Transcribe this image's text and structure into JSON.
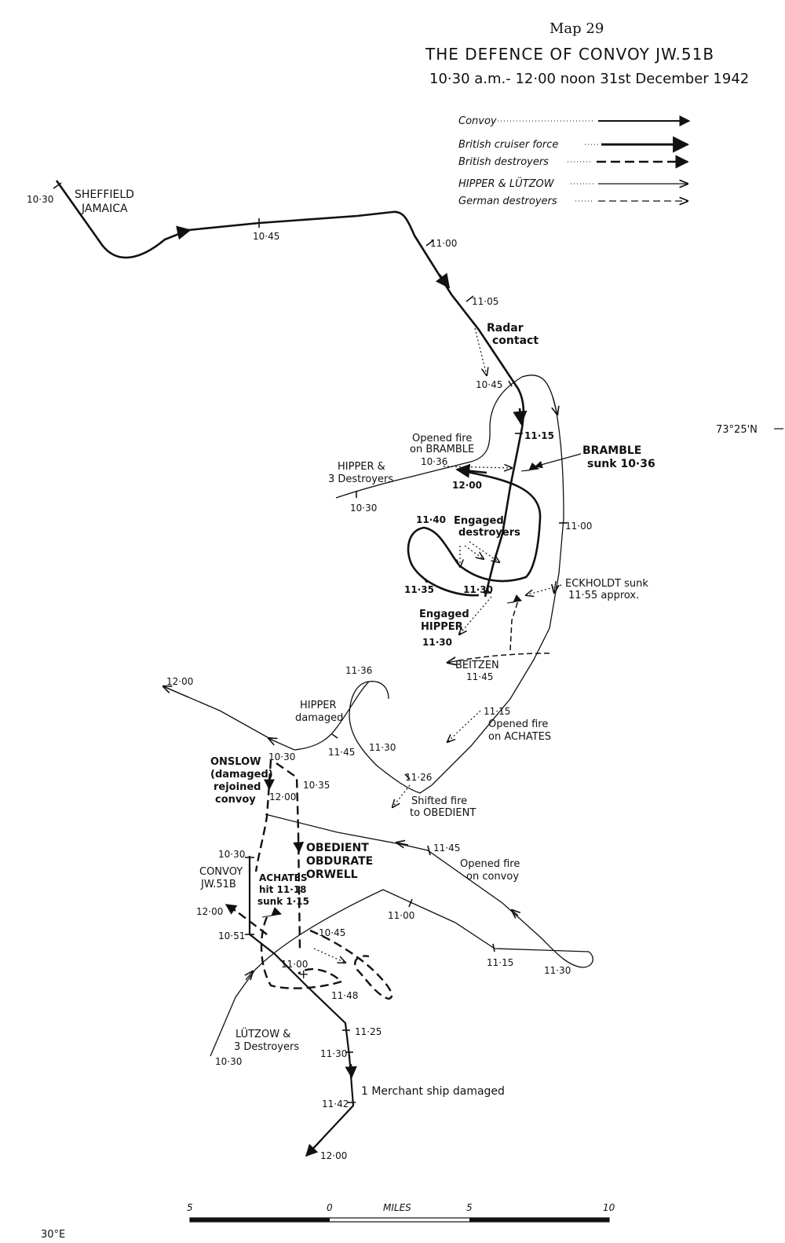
{
  "map_number": "Map 29",
  "title": "THE DEFENCE OF CONVOY JW.51B",
  "subtitle": "10·30 a.m.- 12·00 noon 31st December 1942",
  "legend": [
    {
      "label": "Convoy"
    },
    {
      "label": "British cruiser force"
    },
    {
      "label": "British destroyers"
    },
    {
      "label": "HIPPER & LÜTZOW"
    },
    {
      "label": "German destroyers"
    }
  ],
  "graticule": {
    "latitude": "73°25'N",
    "longitude": "30°E"
  },
  "scale": {
    "ticks": [
      "5",
      "0",
      "5",
      "10"
    ],
    "unit": "MILES"
  },
  "colors": {
    "ink": "#111111",
    "paper": "#ffffff"
  },
  "labels": {
    "sheffield": "SHEFFIELD",
    "jamaica": "JAMAICA",
    "radar_contact_1": "Radar",
    "radar_contact_2": "contact",
    "opened_fire_bramble_1": "Opened fire",
    "opened_fire_bramble_2": "on BRAMBLE",
    "bramble_1": "BRAMBLE",
    "bramble_2": "sunk 10·36",
    "hipper_3d_1": "HIPPER &",
    "hipper_3d_2": "3 Destroyers",
    "engaged_destroyers_1": "Engaged",
    "engaged_destroyers_2": "destroyers",
    "eckholdt_1": "ECKHOLDT sunk",
    "eckholdt_2": "11·55 approx.",
    "engaged_hipper_1": "Engaged",
    "engaged_hipper_2": "HIPPER",
    "beitzen": "BEITZEN",
    "hipper_damaged_1": "HIPPER",
    "hipper_damaged_2": "damaged",
    "opened_fire_achates_1": "Opened fire",
    "opened_fire_achates_2": "on ACHATES",
    "onslow_1": "ONSLOW",
    "onslow_2": "(damaged)",
    "onslow_3": "rejoined",
    "onslow_4": "convoy",
    "shifted_fire_1": "Shifted fire",
    "shifted_fire_2": "to OBEDIENT",
    "obedient": "OBEDIENT",
    "obdurate": "OBDURATE",
    "orwell": "ORWELL",
    "opened_fire_convoy_1": "Opened fire",
    "opened_fire_convoy_2": "on convoy",
    "convoy_1": "CONVOY",
    "convoy_2": "JW.51B",
    "achates_1": "ACHATES",
    "achates_2": "hit 11·18",
    "achates_3": "sunk 1·15",
    "lutzow_1": "LÜTZOW &",
    "lutzow_2": "3 Destroyers",
    "merchant": "1 Merchant ship damaged"
  },
  "times": {
    "s1030": "10·30",
    "s1045": "10·45",
    "s1100": "11·00",
    "s1105": "11·05",
    "b1045": "10·45",
    "b1115": "11·15",
    "b1036": "10·36",
    "b1200": "12·00",
    "h1030": "10·30",
    "c1140": "11·40",
    "c1135": "11·35",
    "c1130": "11·30",
    "c1130b": "11·30",
    "b1100": "11·00",
    "b1145": "11·45",
    "h1200": "12·00",
    "h1136": "11·36",
    "h1145": "11·45",
    "h1130": "11·30",
    "h1126": "11·26",
    "o1115": "11·15",
    "d1030": "10·30",
    "d1035": "10·35",
    "d1200": "12·00",
    "l1145": "11·45",
    "v1030": "10·30",
    "v1200": "12·00",
    "v1051": "10·51",
    "l1045": "10·45",
    "l1100": "11·00",
    "x1100": "11·00",
    "x1148": "11·48",
    "l1115": "11·15",
    "l1130": "11·30",
    "c1125": "11·25",
    "c1130c": "11·30",
    "c1142": "11·42",
    "c1200": "12·00",
    "l1030": "10·30"
  }
}
